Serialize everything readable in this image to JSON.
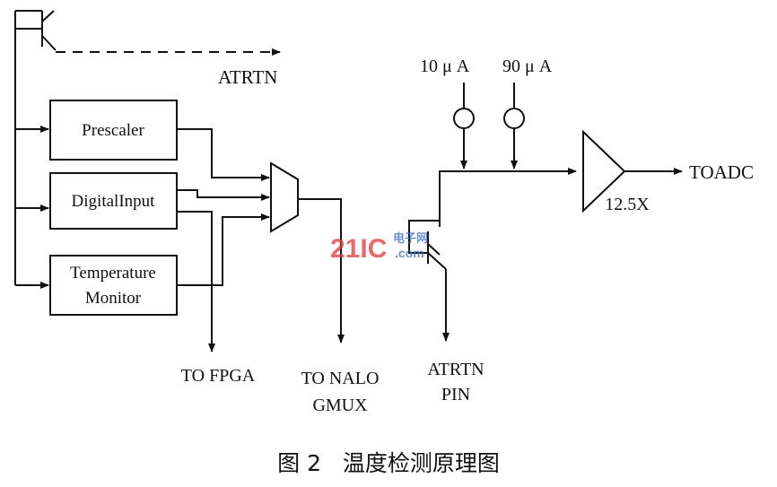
{
  "blocks": {
    "prescaler": "Prescaler",
    "digital_input": "DigitalInput",
    "temp_monitor_line1": "Temperature",
    "temp_monitor_line2": "Monitor"
  },
  "signals": {
    "atrtn_top": "ATRTN",
    "current_1": "10 μ A",
    "current_2": "90 μ A",
    "gain": "12.5X",
    "to_adc": "TOADC",
    "to_fpga": "TO FPGA",
    "to_nalo_line1": "TO NALO",
    "to_nalo_line2": "GMUX",
    "atrtn_pin_line1": "ATRTN",
    "atrtn_pin_line2": "PIN"
  },
  "caption": "图 2   温度检测原理图",
  "watermark": {
    "main": "21IC",
    "cn": "电子网",
    "domain": ".com",
    "color_main": "#e0393f",
    "color_cn": "#3a6fc4"
  }
}
